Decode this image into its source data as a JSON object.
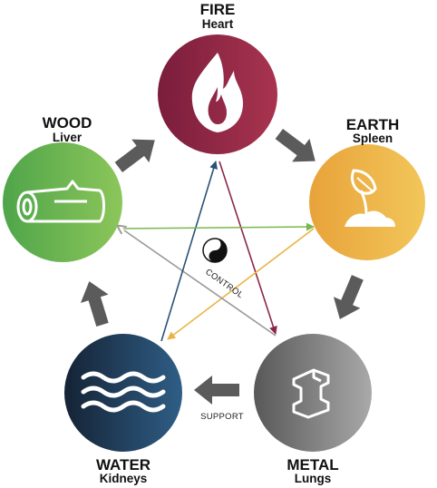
{
  "elements": {
    "fire": {
      "name": "FIRE",
      "organ": "Heart",
      "color_start": "#7a1d3c",
      "color_end": "#a8344f"
    },
    "earth": {
      "name": "EARTH",
      "organ": "Spleen",
      "color_start": "#e8a33a",
      "color_end": "#f2c65a"
    },
    "metal": {
      "name": "METAL",
      "organ": "Lungs",
      "color_start": "#585858",
      "color_end": "#a9a9a9"
    },
    "water": {
      "name": "WATER",
      "organ": "Kidneys",
      "color_start": "#152335",
      "color_end": "#2f5e86"
    },
    "wood": {
      "name": "WOOD",
      "organ": "Liver",
      "color_start": "#4fa54a",
      "color_end": "#8cc65a"
    }
  },
  "cycles": {
    "support_label": "SUPPORT",
    "control_label": "CONTROL"
  },
  "colors": {
    "support_arrow": "#5b5b5b",
    "control_fire_metal": "#8c2746",
    "control_earth_water": "#e9b445",
    "control_metal_wood": "#9a9a9a",
    "control_water_fire": "#2a5277",
    "control_wood_earth": "#78b84f"
  },
  "icons": {
    "fire": "flame-icon",
    "earth": "sprout-icon",
    "metal": "metal-beam-icon",
    "water": "waves-icon",
    "wood": "log-icon",
    "center": "yin-yang-icon"
  }
}
